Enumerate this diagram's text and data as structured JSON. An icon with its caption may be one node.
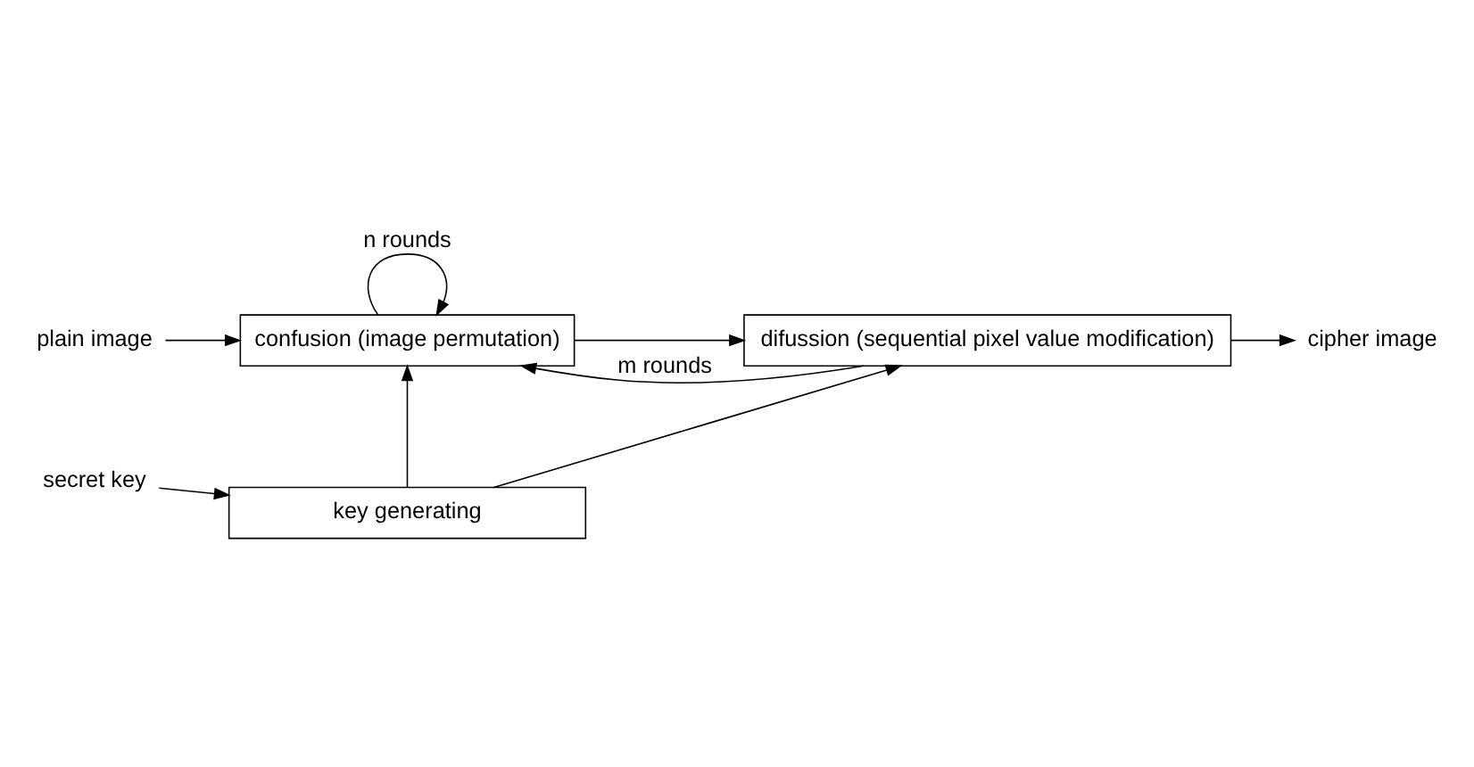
{
  "diagram": {
    "nodes": [
      {
        "text": [
          "plain image"
        ]
      },
      {
        "text": [
          "confusion (image permutation)"
        ]
      },
      {
        "text": [
          "difussion (sequential pixel value modification)"
        ]
      },
      {
        "text": [
          "cipher image"
        ]
      },
      {
        "text": [
          "key generating"
        ]
      },
      {
        "text": [
          "secret key"
        ]
      }
    ],
    "edges": [
      {
        "from": 0,
        "to": 1,
        "arrow": "to"
      },
      {
        "from": 1,
        "to": 2,
        "arrow": "to"
      },
      {
        "from": 2,
        "to": 3,
        "arrow": "to"
      },
      {
        "from": 1,
        "to": 1,
        "arrow": "to",
        "label": "n rounds"
      },
      {
        "from": 2,
        "to": 1,
        "arrow": "to",
        "label": "m rounds"
      },
      {
        "from": 5,
        "to": 4,
        "arrow": "to"
      },
      {
        "from": 4,
        "to": 1,
        "arrow": "to"
      },
      {
        "from": 4,
        "to": 2,
        "arrow": "to"
      }
    ]
  }
}
